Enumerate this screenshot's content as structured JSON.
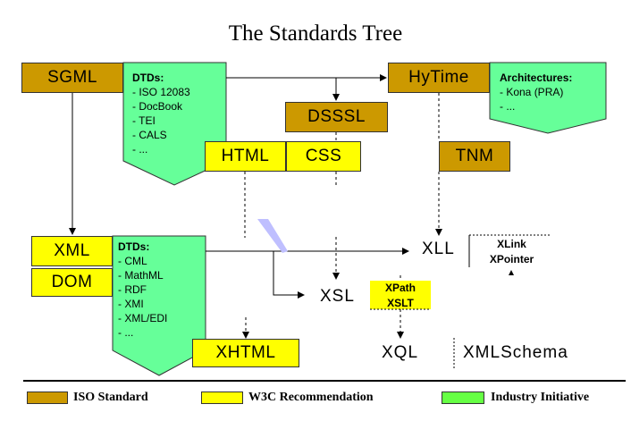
{
  "title": "The Standards Tree",
  "colors": {
    "iso": "#CC9900",
    "w3c": "#FFFF00",
    "industry": "#66FF99",
    "industry_legend": "#66FF44"
  },
  "nodes": {
    "sgml": "SGML",
    "hytime": "HyTime",
    "dsssl": "DSSSL",
    "html": "HTML",
    "css": "CSS",
    "tnm": "TNM",
    "xml": "XML",
    "dom": "DOM",
    "xhtml": "XHTML",
    "xll": "XLL",
    "xsl": "XSL",
    "xql": "XQL",
    "xmlschema": "XMLSchema",
    "xpath": "XPath",
    "xslt": "XSLT",
    "xlink": "XLink",
    "xpointer": "XPointer"
  },
  "notes": {
    "sgml_dtds": {
      "heading": "DTDs:",
      "items": [
        "- ISO 12083",
        "- DocBook",
        "- TEI",
        "- CALS",
        "- ..."
      ]
    },
    "hytime_arch": {
      "heading": "Architectures:",
      "items": [
        "- Kona (PRA)",
        "- ..."
      ]
    },
    "xml_dtds": {
      "heading": "DTDs:",
      "items": [
        "- CML",
        "- MathML",
        "- RDF",
        "- XMI",
        "- XML/EDI",
        "- ..."
      ]
    }
  },
  "legend": [
    {
      "label": "ISO Standard",
      "category": "iso"
    },
    {
      "label": "W3C Recommendation",
      "category": "w3c"
    },
    {
      "label": "Industry Initiative",
      "category": "industry"
    }
  ]
}
